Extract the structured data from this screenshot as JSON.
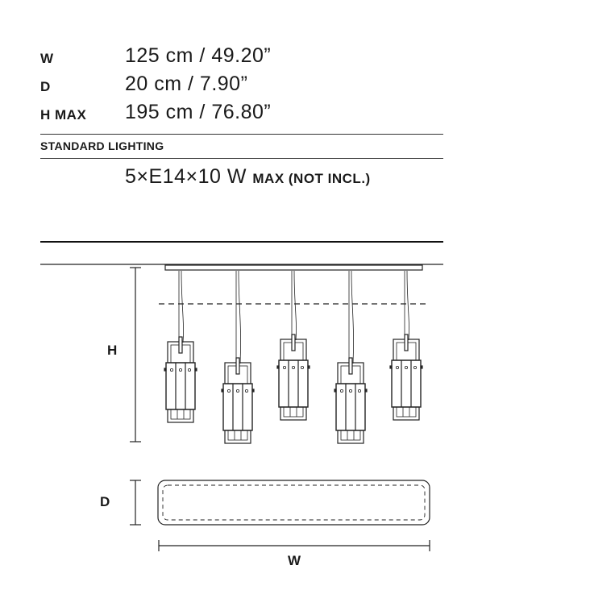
{
  "specs": [
    {
      "label": "W",
      "value": "125 cm / 49.20”"
    },
    {
      "label": "D",
      "value": "20 cm / 7.90”"
    },
    {
      "label": "H MAX",
      "value": "195 cm / 76.80”"
    }
  ],
  "lighting": {
    "heading": "STANDARD LIGHTING",
    "value": "5×E14×10 W",
    "note": "MAX (NOT INCL.)"
  },
  "diagram": {
    "height_label": "H",
    "depth_label": "D",
    "width_label": "W",
    "pendant_count": 5
  }
}
